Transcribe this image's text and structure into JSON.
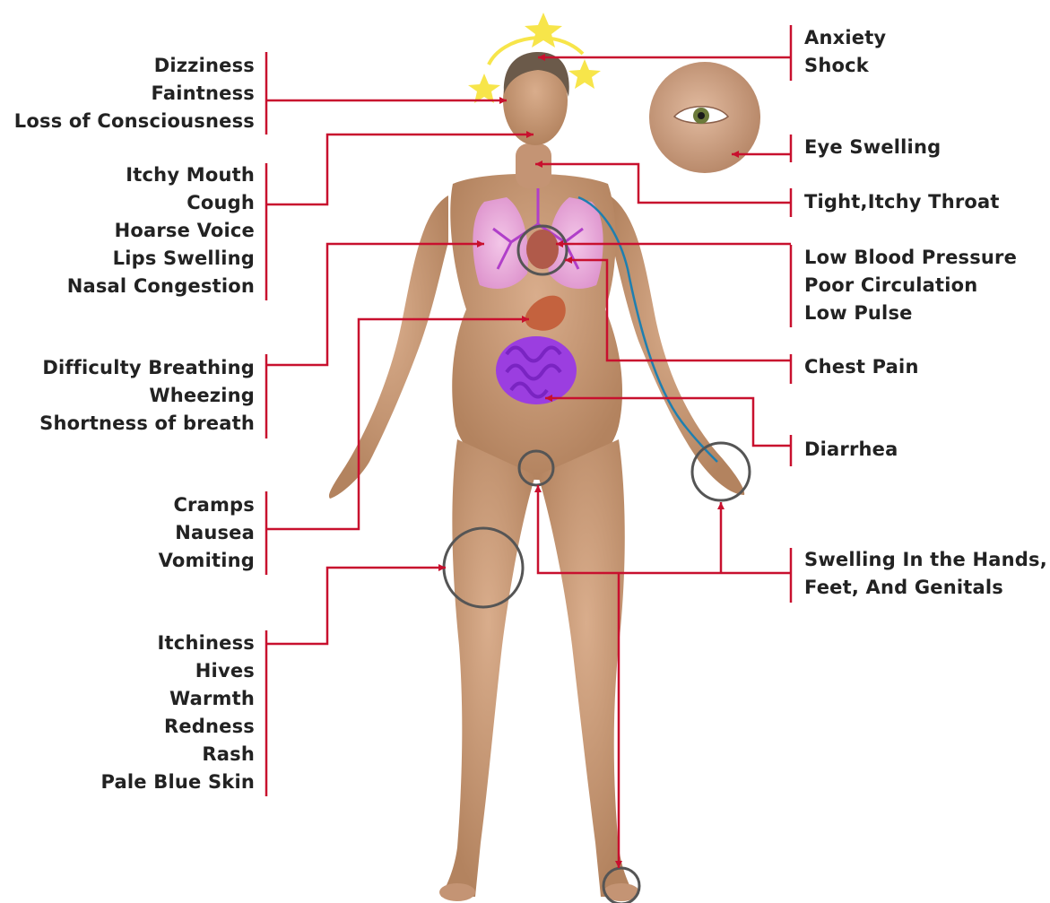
{
  "colors": {
    "connector": "#c8102e",
    "skin": "#c89a7a",
    "skin_shadow": "#a8795b",
    "hair": "#6b5a4a",
    "star": "#f7e54a",
    "lungs": "#e9a7d8",
    "bronchi": "#b03fc9",
    "intestines": "#9b3ee0",
    "stomach": "#c4623e",
    "vein": "#1e7fb0",
    "ring": "#555555",
    "text": "#222222"
  },
  "icons": [
    "dizzy-stars-icon",
    "eye-closeup-icon"
  ],
  "left_groups": [
    {
      "id": "head",
      "items": [
        "Dizziness",
        "Faintness",
        "Loss of Consciousness"
      ]
    },
    {
      "id": "mouth",
      "items": [
        "Itchy Mouth",
        "Cough",
        "Hoarse Voice",
        "Lips Swelling",
        "Nasal Congestion"
      ]
    },
    {
      "id": "lungs",
      "items": [
        "Difficulty Breathing",
        "Wheezing",
        "Shortness of breath"
      ]
    },
    {
      "id": "stomach",
      "items": [
        "Cramps",
        "Nausea",
        "Vomiting"
      ]
    },
    {
      "id": "skin",
      "items": [
        "Itchiness",
        "Hives",
        "Warmth",
        "Redness",
        "Rash",
        "Pale Blue Skin"
      ]
    }
  ],
  "right_groups": [
    {
      "id": "mind",
      "items": [
        "Anxiety",
        "Shock"
      ]
    },
    {
      "id": "eye",
      "items": [
        "Eye Swelling"
      ]
    },
    {
      "id": "throat",
      "items": [
        "Tight,Itchy Throat"
      ]
    },
    {
      "id": "circulation",
      "items": [
        "Low Blood Pressure",
        "Poor Circulation",
        "Low Pulse"
      ]
    },
    {
      "id": "chest",
      "items": [
        "Chest Pain"
      ]
    },
    {
      "id": "bowel",
      "items": [
        "Diarrhea"
      ]
    },
    {
      "id": "swelling",
      "items": [
        "Swelling In the Hands,",
        "Feet, And Genitals"
      ]
    }
  ]
}
